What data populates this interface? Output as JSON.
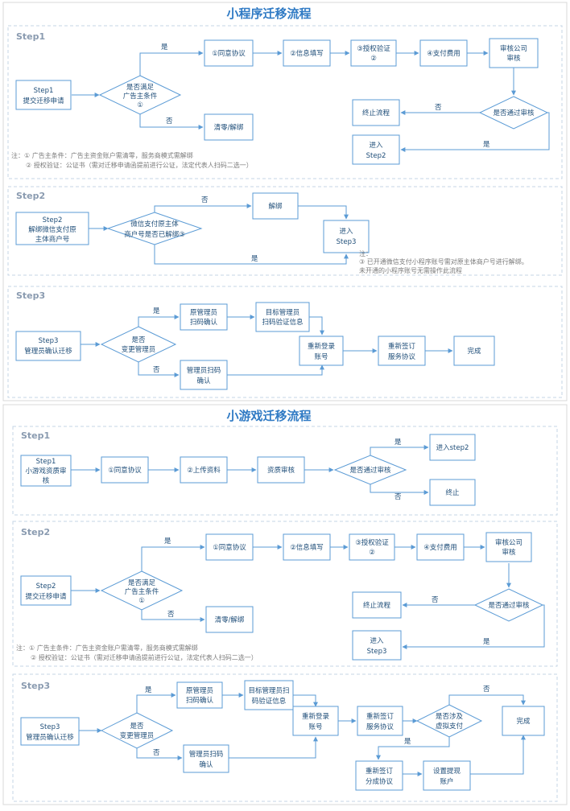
{
  "mp": {
    "title": "小程序迁移流程",
    "s1": {
      "label": "Step1",
      "start": [
        "Step1",
        "提交迁移申请"
      ],
      "cond": [
        "是否满足",
        "广告主条件",
        "①"
      ],
      "yes": "是",
      "no": "否",
      "agree": "①同意协议",
      "info": "②信息填写",
      "auth": [
        "③授权验证",
        "②"
      ],
      "pay": "④支付费用",
      "review": [
        "审核公司",
        "审核"
      ],
      "pass": "是否通过审核",
      "end": "终止流程",
      "next": [
        "进入",
        "Step2"
      ],
      "clear": "清零/解绑",
      "note1": "注：① 广告主条件：广告主资金账户需清零，服务商模式需解绑",
      "note2": "② 授权验证：公证书（需对迁移申请函提前进行公证，法定代表人扫码二选一）"
    },
    "s2": {
      "label": "Step2",
      "start": [
        "Step2",
        "解绑微信支付原",
        "主体商户号"
      ],
      "cond": [
        "微信支付原主体",
        "商户号是否已解绑③"
      ],
      "unbind": "解绑",
      "next": [
        "进入",
        "Step3"
      ],
      "yes": "是",
      "no": "否",
      "note0": "注：",
      "note1": "③ 已开通微信支付小程序账号需对原主体商户号进行解绑。",
      "note2": "未开通的小程序账号无需操作此流程"
    },
    "s3": {
      "label": "Step3",
      "start": [
        "Step3",
        "管理员确认迁移"
      ],
      "cond": [
        "是否",
        "变更管理员"
      ],
      "yes": "是",
      "no": "否",
      "origAdmin": [
        "原管理员",
        "扫码确认"
      ],
      "targetAdmin": [
        "目标管理员",
        "扫码验证信息"
      ],
      "adminScan": [
        "管理员扫码",
        "确认"
      ],
      "relogin": [
        "重新登录",
        "账号"
      ],
      "resign": [
        "重新签订",
        "服务协议"
      ],
      "done": "完成"
    }
  },
  "mg": {
    "title": "小游戏迁移流程",
    "s1": {
      "label": "Step1",
      "start": [
        "Step1",
        "小游戏资质审",
        "核"
      ],
      "agree": "①同意协议",
      "upload": "②上传资料",
      "review": "资质审核",
      "pass": "是否通过审核",
      "next": "进入step2",
      "end": "终止",
      "yes": "是",
      "no": "否"
    },
    "s2": {
      "label": "Step2",
      "start": [
        "Step2",
        "提交迁移申请"
      ],
      "cond": [
        "是否满足",
        "广告主条件",
        "①"
      ],
      "yes": "是",
      "no": "否",
      "agree": "①同意协议",
      "info": "②信息填写",
      "auth": [
        "③授权验证",
        "②"
      ],
      "pay": "④支付费用",
      "review": [
        "审核公司",
        "审核"
      ],
      "pass": "是否通过审核",
      "end": "终止流程",
      "next": [
        "进入",
        "Step3"
      ],
      "clear": "清零/解绑",
      "note1": "注：① 广告主条件：广告主资金账户需清零，服务商模式需解绑",
      "note2": "② 授权验证：公证书（需对迁移申请函提前进行公证，法定代表人扫码二选一）"
    },
    "s3": {
      "label": "Step3",
      "start": [
        "Step3",
        "管理员确认迁移"
      ],
      "cond": [
        "是否",
        "变更管理员"
      ],
      "yes": "是",
      "no": "否",
      "origAdmin": [
        "原管理员",
        "扫码确认"
      ],
      "targetAdmin": [
        "目标管理员扫",
        "码验证信息"
      ],
      "adminScan": [
        "管理员扫码",
        "确认"
      ],
      "relogin": [
        "重新登录",
        "账号"
      ],
      "resign": [
        "重新签订",
        "服务协议"
      ],
      "virtual": [
        "是否涉及",
        "虚拟支付"
      ],
      "resign2": [
        "重新签订",
        "分成协议"
      ],
      "withdraw": [
        "设置提现",
        "账户"
      ],
      "done": "完成"
    }
  },
  "colors": {
    "accent": "#2f7ac4",
    "line": "#5b9bd5",
    "frame": "#c5d6e6"
  }
}
